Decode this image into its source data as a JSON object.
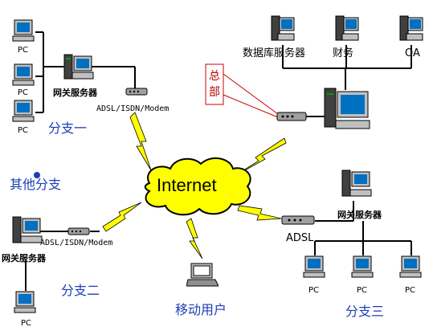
{
  "cloud": {
    "label": "Internet"
  },
  "branch1": {
    "label": "分支一",
    "pcs": [
      "PC",
      "PC",
      "PC"
    ],
    "gateway": "网关服务器",
    "modem": "ADSL/ISDN/Modem"
  },
  "branch2": {
    "label": "分支二",
    "pc": "PC",
    "gateway": "网关服务器",
    "modem": "ADSL/ISDN/Modem"
  },
  "branch3": {
    "label": "分支三",
    "pcs": [
      "PC",
      "PC",
      "PC"
    ],
    "gateway": "网关服务器",
    "modem": "ADSL"
  },
  "hq": {
    "label": "总部",
    "label_chars": [
      "总",
      "部"
    ],
    "nodes": [
      "数据库服务器",
      "财务",
      "OA"
    ]
  },
  "other": {
    "label": "其他分支"
  },
  "mobile": {
    "label": "移动用户"
  },
  "colors": {
    "accent_text": "#1a3fb5",
    "hq_text": "#b00000",
    "cloud_fill": "#ffff00",
    "bolt_fill": "#ffff00"
  }
}
